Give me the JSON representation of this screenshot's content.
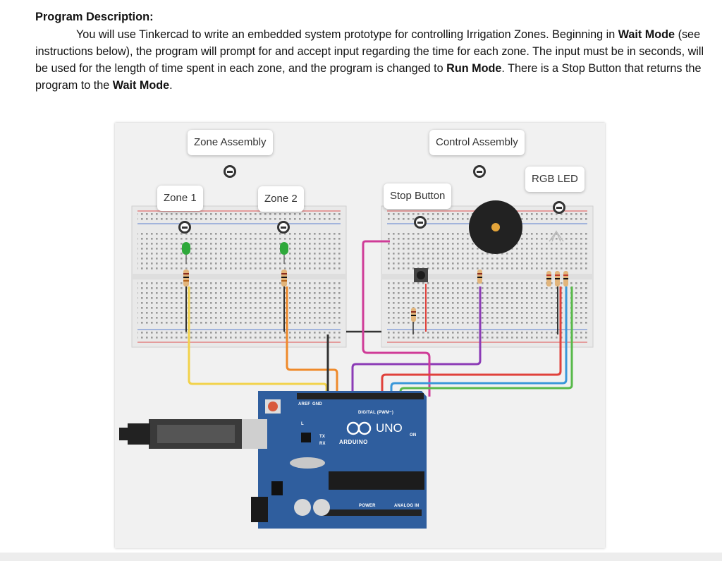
{
  "description": {
    "heading": "Program Description:",
    "seg1": "You will use Tinkercad to write an embedded system prototype for controlling Irrigation Zones. Beginning in ",
    "wait_mode_1": "Wait Mode",
    "seg2": " (see instructions below), the program will prompt for and accept input regarding the time for each zone. The input must be in seconds, will be used for the length of time spent in each zone, and the program is changed to ",
    "run_mode": "Run Mode",
    "seg3": ". There is a Stop Button that returns the program to the ",
    "wait_mode_2": "Wait Mode",
    "seg4": "."
  },
  "circuit": {
    "callouts": {
      "zone_assembly": "Zone Assembly",
      "control_assembly": "Control Assembly",
      "zone1": "Zone 1",
      "zone2": "Zone 2",
      "stop_button": "Stop Button",
      "rgb_led": "RGB LED"
    },
    "board": {
      "digital_label": "DIGITAL (PWM~)",
      "uno": "UNO",
      "arduino": "ARDUINO",
      "power": "POWER",
      "analog_in": "ANALOG IN",
      "tx": "TX",
      "rx": "RX",
      "on": "ON",
      "l": "L",
      "aref": "AREF",
      "gnd": "GND"
    }
  },
  "colors": {
    "board_blue": "#2f5e9e",
    "led_green": "#2ea83a",
    "wire_yellow": "#f2d24a",
    "wire_orange": "#ef8a2b",
    "wire_purple": "#8c3bb6",
    "wire_magenta": "#cf3b97",
    "wire_red": "#e0413b",
    "wire_blue": "#3a98d9",
    "wire_green": "#58b94a"
  }
}
